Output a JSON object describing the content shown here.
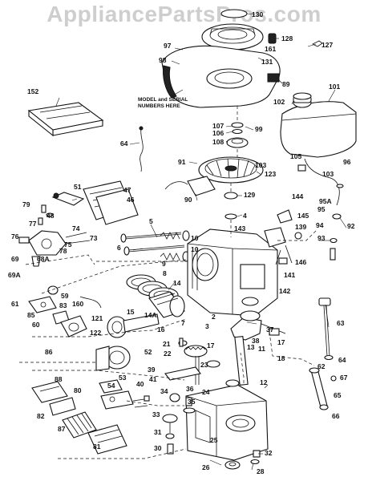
{
  "watermark": "AppliancePartsPros.com",
  "note": [
    "MODEL and SERIAL",
    "NUMBERS HERE"
  ],
  "labels": {
    "p130": "130",
    "p128": "128",
    "p127": "127",
    "p97": "97",
    "p161": "161",
    "p98": "98",
    "p131": "131",
    "p152": "152",
    "p89": "89",
    "p101": "101",
    "p102": "102",
    "p107": "107",
    "p106": "106",
    "p99": "99",
    "p108": "108",
    "p64": "64",
    "p91": "91",
    "p105": "105",
    "p103a": "103",
    "p123": "123",
    "p96": "96",
    "p103b": "103",
    "p51": "51",
    "p47": "47",
    "p46": "46",
    "p90": "90",
    "p129": "129",
    "p144": "144",
    "p95A": "95A",
    "p95": "95",
    "p79": "79",
    "p48": "48",
    "p4": "4",
    "p145": "145",
    "p77": "77",
    "p5": "5",
    "p94": "94",
    "p92": "92",
    "p74": "74",
    "p139": "139",
    "p143": "143",
    "p76": "76",
    "p73": "73",
    "p10a": "10",
    "p93": "93",
    "p75": "75",
    "p6": "6",
    "p10b": "10",
    "p78": "78",
    "p146": "146",
    "p69": "69",
    "p68A": "68A",
    "p9": "9",
    "p141": "141",
    "p69A": "69A",
    "p8": "8",
    "p14": "14",
    "p142": "142",
    "p59": "59",
    "p61": "61",
    "p83": "83",
    "p15": "15",
    "p85": "85",
    "p60": "60",
    "p160": "160",
    "p14A": "14A",
    "p16": "16",
    "p2": "2",
    "p63": "63",
    "p121": "121",
    "p86": "86",
    "p122": "122",
    "p7": "7",
    "p3": "3",
    "p37": "37",
    "p38": "38",
    "p17a": "17",
    "p17b": "17",
    "p18": "18",
    "p21": "21",
    "p22": "22",
    "p52": "52",
    "p64b": "64",
    "p13": "13",
    "p11": "11",
    "p23": "23",
    "p53": "53",
    "p39": "39",
    "p41": "41",
    "p40": "40",
    "p54": "54",
    "p88": "88",
    "p62": "62",
    "p67": "67",
    "p12": "12",
    "p34": "34",
    "p36": "36",
    "p35": "35",
    "p65": "65",
    "p80": "80",
    "p24": "24",
    "p82": "82",
    "p33": "33",
    "p87": "87",
    "p66": "66",
    "p31": "31",
    "p81": "81",
    "p30": "30",
    "p25": "25",
    "p32": "32",
    "p28": "28",
    "p26": "26"
  }
}
